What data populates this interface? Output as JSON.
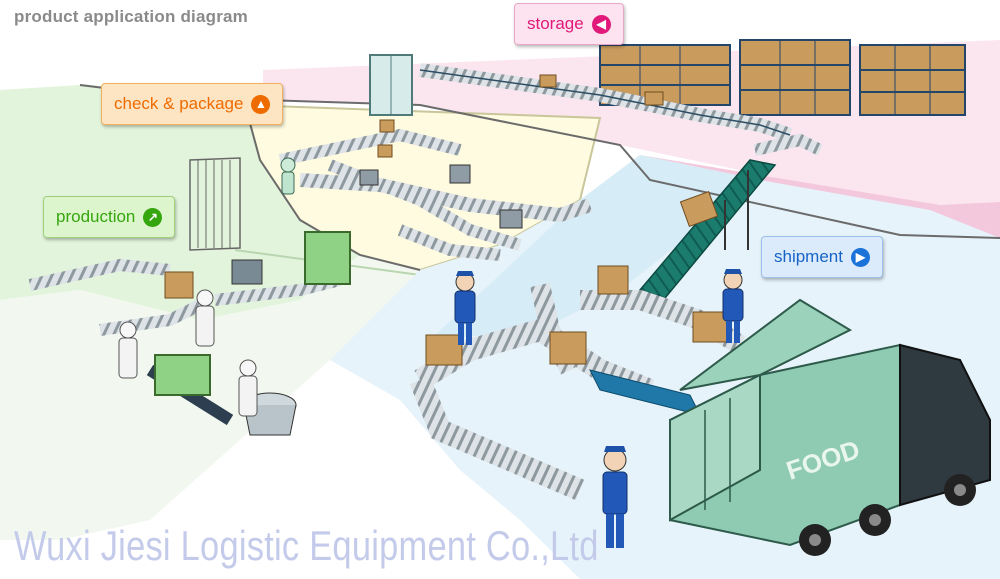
{
  "header": {
    "title": "product application diagram"
  },
  "callouts": {
    "storage": {
      "label": "storage",
      "icon": "arrow-circle-left-icon",
      "color": "#e0197a"
    },
    "check": {
      "label": "check & package",
      "icon": "arrow-circle-up-icon",
      "color": "#ee6b00"
    },
    "production": {
      "label": "production",
      "icon": "arrow-circle-up-right-icon",
      "color": "#35a60e"
    },
    "shipment": {
      "label": "shipment",
      "icon": "arrow-circle-right-icon",
      "color": "#1b72d8"
    }
  },
  "truck": {
    "label": "FOOD"
  },
  "footer": {
    "watermark": "Wuxi Jiesi Logistic Equipment Co.,Ltd"
  }
}
